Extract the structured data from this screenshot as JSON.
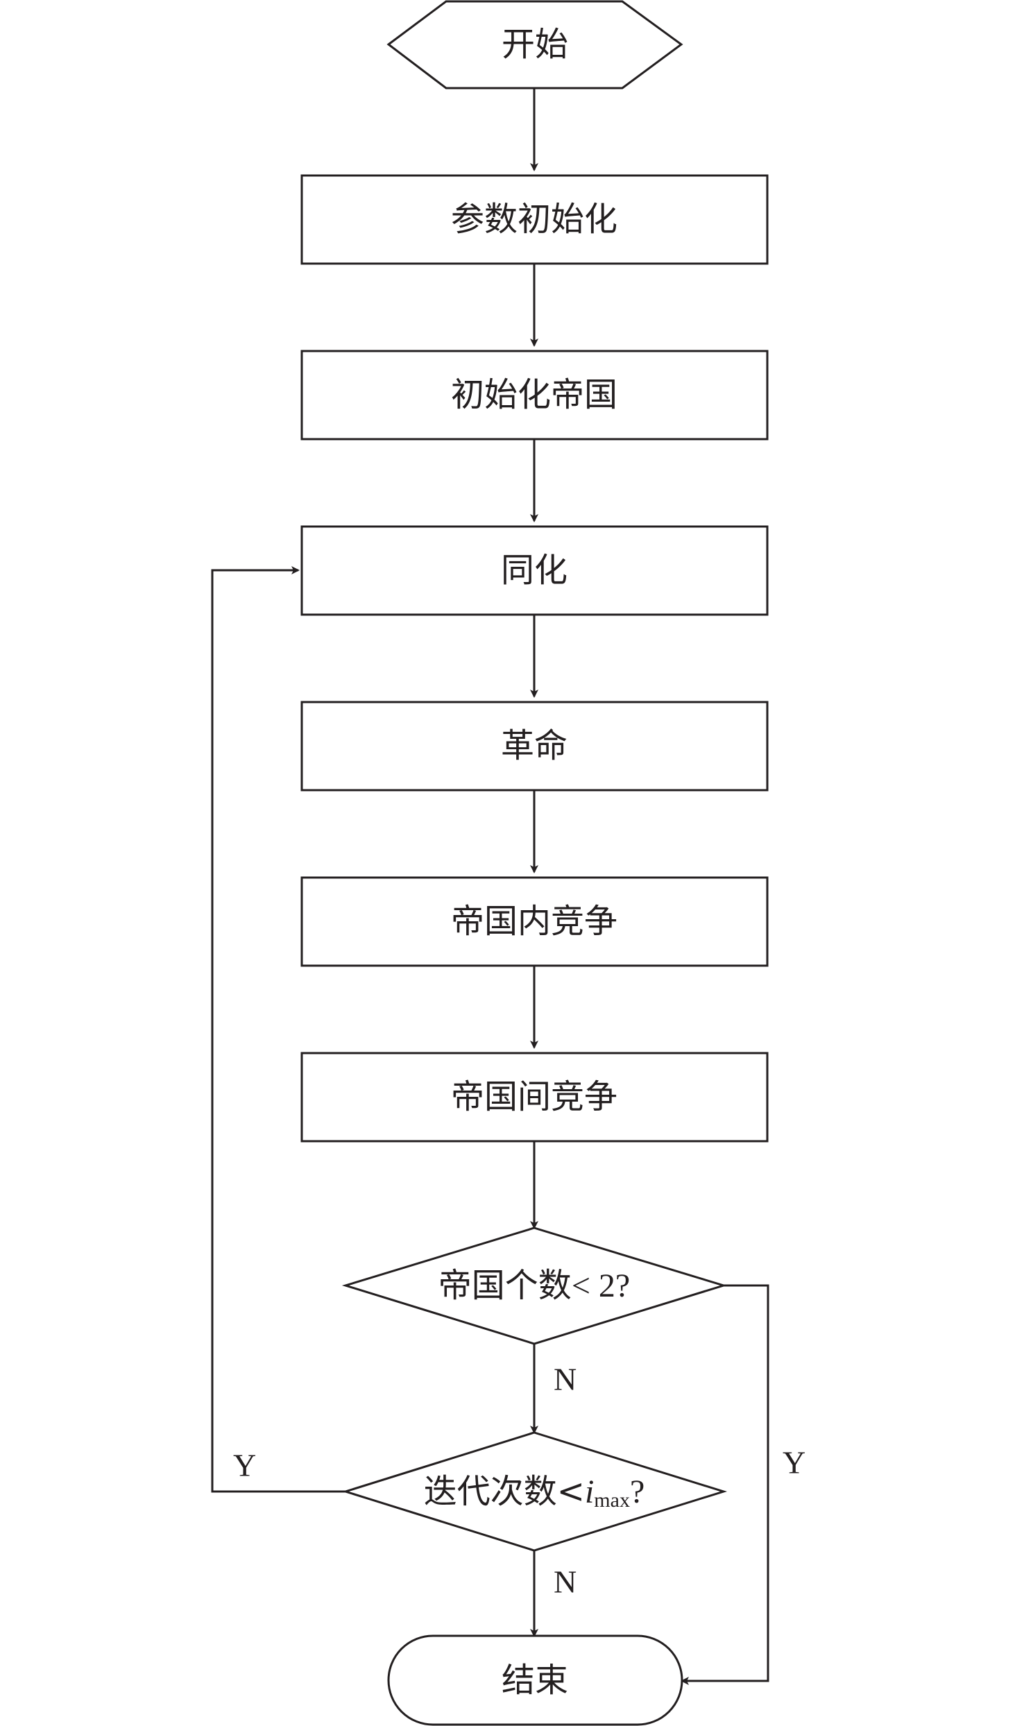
{
  "flowchart": {
    "nodes": {
      "start": "开始",
      "init_params": "参数初始化",
      "init_empires": "初始化帝国",
      "assimilation": "同化",
      "revolution": "革命",
      "intra_competition": "帝国内竞争",
      "inter_competition": "帝国间竞争",
      "decision_empires": {
        "label": "帝国个数",
        "condition": "< 2?"
      },
      "decision_iterations": {
        "label": "迭代次数<",
        "var": "i",
        "subscript": "max",
        "suffix": "?"
      },
      "end": "结束"
    },
    "edge_labels": {
      "empires_no": "N",
      "empires_yes": "Y",
      "iterations_yes": "Y",
      "iterations_no": "N"
    }
  },
  "colors": {
    "line": "#231f20",
    "background": "#ffffff"
  }
}
